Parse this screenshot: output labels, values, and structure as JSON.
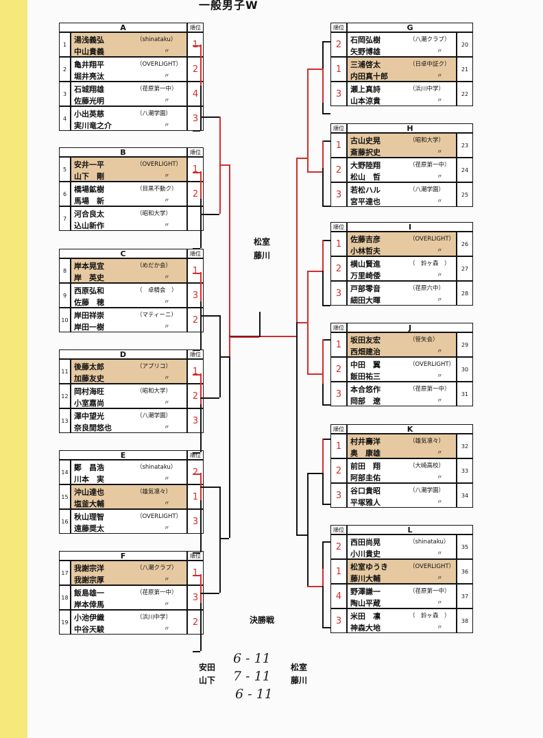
{
  "title": "一般男子W",
  "rank_header": "順位",
  "left_blocks": [
    {
      "label": "A",
      "pairs": [
        {
          "no": "1",
          "p1": "湯浅義弘",
          "p2": "中山貴義",
          "t1": "（shinataku）",
          "t2": "〃",
          "rank": "1",
          "win": true
        },
        {
          "no": "2",
          "p1": "亀井翔平",
          "p2": "堀井亮汰",
          "t1": "（OVERLIGHT）",
          "t2": "〃",
          "rank": "2",
          "win": false
        },
        {
          "no": "3",
          "p1": "石城翔雄",
          "p2": "佐藤光明",
          "t1": "（荏原第一中）",
          "t2": "〃",
          "rank": "4",
          "win": false
        },
        {
          "no": "4",
          "p1": "小出英慈",
          "p2": "実川竜之介",
          "t1": "（八潮学園）",
          "t2": "〃",
          "rank": "3",
          "win": false
        }
      ]
    },
    {
      "label": "B",
      "pairs": [
        {
          "no": "5",
          "p1": "安井一平",
          "p2": "山下　剛",
          "t1": "（OVERLIGHT）",
          "t2": "〃",
          "rank": "1",
          "win": true
        },
        {
          "no": "6",
          "p1": "橋場鉱樹",
          "p2": "馬場　新",
          "t1": "（目黒不動ク）",
          "t2": "〃",
          "rank": "2",
          "win": false
        },
        {
          "no": "7",
          "p1": "河合良太",
          "p2": "込山新作",
          "t1": "（昭和大学）",
          "t2": "〃",
          "rank": "",
          "win": false
        }
      ]
    },
    {
      "label": "C",
      "pairs": [
        {
          "no": "8",
          "p1": "岸本晃宜",
          "p2": "岸　英史",
          "t1": "（めだか会）",
          "t2": "〃",
          "rank": "1",
          "win": true
        },
        {
          "no": "9",
          "p1": "西原弘和",
          "p2": "佐藤　穂",
          "t1": "（　卓精会　）",
          "t2": "〃",
          "rank": "3",
          "win": false
        },
        {
          "no": "10",
          "p1": "岸田祥崇",
          "p2": "岸田一樹",
          "t1": "（マティーニ）",
          "t2": "〃",
          "rank": "2",
          "win": false
        }
      ]
    },
    {
      "label": "D",
      "pairs": [
        {
          "no": "11",
          "p1": "後藤太郎",
          "p2": "加藤友史",
          "t1": "（アプリコ）",
          "t2": "〃",
          "rank": "1",
          "win": true
        },
        {
          "no": "12",
          "p1": "岡村海旺",
          "p2": "小室嘉尚",
          "t1": "（昭和大学）",
          "t2": "〃",
          "rank": "2",
          "win": false
        },
        {
          "no": "13",
          "p1": "澤中望光",
          "p2": "奈良間悠也",
          "t1": "（八潮学園）",
          "t2": "〃",
          "rank": "3",
          "win": false
        }
      ]
    },
    {
      "label": "E",
      "pairs": [
        {
          "no": "14",
          "p1": "鄭　昌浩",
          "p2": "川本　実",
          "t1": "（shinataku）",
          "t2": "〃",
          "rank": "2",
          "win": false
        },
        {
          "no": "15",
          "p1": "沖山達也",
          "p2": "塩釜大輔",
          "t1": "（雄気凛々）",
          "t2": "〃",
          "rank": "1",
          "win": true
        },
        {
          "no": "16",
          "p1": "秋山理智",
          "p2": "遠藤奨太",
          "t1": "（OVERLIGHT）",
          "t2": "〃",
          "rank": "3",
          "win": false
        }
      ]
    },
    {
      "label": "F",
      "pairs": [
        {
          "no": "17",
          "p1": "我謝宗洋",
          "p2": "我謝宗厚",
          "t1": "（八潮クラブ）",
          "t2": "〃",
          "rank": "1",
          "win": true
        },
        {
          "no": "18",
          "p1": "飯島雄一",
          "p2": "岸本倖馬",
          "t1": "（荏原第一中）",
          "t2": "〃",
          "rank": "3",
          "win": false
        },
        {
          "no": "19",
          "p1": "小池伊織",
          "p2": "中谷天駿",
          "t1": "（浜川中学）",
          "t2": "〃",
          "rank": "2",
          "win": false
        }
      ]
    }
  ],
  "right_blocks": [
    {
      "label": "G",
      "pairs": [
        {
          "no": "20",
          "p1": "石岡弘樹",
          "p2": "矢野博雄",
          "t1": "（八潮クラブ）",
          "t2": "〃",
          "rank": "2",
          "win": false
        },
        {
          "no": "21",
          "p1": "三浦啓太",
          "p2": "内田真十郎",
          "t1": "（日卓中証ク）",
          "t2": "〃",
          "rank": "1",
          "win": true
        },
        {
          "no": "22",
          "p1": "瀬上真詩",
          "p2": "山本涼貴",
          "t1": "（浜川中学）",
          "t2": "〃",
          "rank": "3",
          "win": false
        }
      ]
    },
    {
      "label": "H",
      "pairs": [
        {
          "no": "23",
          "p1": "古山史晃",
          "p2": "斎藤択史",
          "t1": "（昭和大学）",
          "t2": "〃",
          "rank": "1",
          "win": true
        },
        {
          "no": "24",
          "p1": "大野陸翔",
          "p2": "松山　哲",
          "t1": "（荏原第一中）",
          "t2": "〃",
          "rank": "2",
          "win": false
        },
        {
          "no": "25",
          "p1": "若松ハル",
          "p2": "宮平達也",
          "t1": "（八潮学園）",
          "t2": "〃",
          "rank": "3",
          "win": false
        }
      ]
    },
    {
      "label": "I",
      "pairs": [
        {
          "no": "26",
          "p1": "佐藤吉彦",
          "p2": "小林哲夫",
          "t1": "（OVERLIGHT）",
          "t2": "〃",
          "rank": "1",
          "win": true
        },
        {
          "no": "27",
          "p1": "横山賢進",
          "p2": "万里崎倭",
          "t1": "（　鈴ヶ森　）",
          "t2": "〃",
          "rank": "2",
          "win": false
        },
        {
          "no": "28",
          "p1": "戸部零音",
          "p2": "細田大暉",
          "t1": "（荏原六中）",
          "t2": "〃",
          "rank": "3",
          "win": false
        }
      ]
    },
    {
      "label": "J",
      "pairs": [
        {
          "no": "29",
          "p1": "坂田友宏",
          "p2": "西畑建治",
          "t1": "（笹矢会）",
          "t2": "〃",
          "rank": "1",
          "win": true
        },
        {
          "no": "30",
          "p1": "中田　翼",
          "p2": "飯田祐三",
          "t1": "（OVERLIGHT）",
          "t2": "〃",
          "rank": "2",
          "win": false
        },
        {
          "no": "31",
          "p1": "本合悠作",
          "p2": "岡部　遼",
          "t1": "（荏原第一中）",
          "t2": "〃",
          "rank": "3",
          "win": false
        }
      ]
    },
    {
      "label": "K",
      "pairs": [
        {
          "no": "32",
          "p1": "村井壽洋",
          "p2": "奥　康雄",
          "t1": "（雄気凛々）",
          "t2": "〃",
          "rank": "1",
          "win": true
        },
        {
          "no": "33",
          "p1": "前田　翔",
          "p2": "阿部圭佑",
          "t1": "（大崎高校）",
          "t2": "〃",
          "rank": "2",
          "win": false
        },
        {
          "no": "34",
          "p1": "谷口貴昭",
          "p2": "平塚雅人",
          "t1": "（八潮学園）",
          "t2": "〃",
          "rank": "3",
          "win": false
        }
      ]
    },
    {
      "label": "L",
      "pairs": [
        {
          "no": "35",
          "p1": "西田尚晃",
          "p2": "小川貴史",
          "t1": "（shinataku）",
          "t2": "〃",
          "rank": "2",
          "win": false
        },
        {
          "no": "36",
          "p1": "松室ゆうき",
          "p2": "藤川大輔",
          "t1": "（OVERLIGHT）",
          "t2": "〃",
          "rank": "1",
          "win": true
        },
        {
          "no": "37",
          "p1": "野澤謙一",
          "p2": "陶山平蔵",
          "t1": "（荏原第一中）",
          "t2": "〃",
          "rank": "4",
          "win": false
        },
        {
          "no": "38",
          "p1": "米田　凛",
          "p2": "神森大地",
          "t1": "（　鈴ヶ森　）",
          "t2": "〃",
          "rank": "3",
          "win": false
        }
      ]
    }
  ],
  "champion": {
    "line1": "松室",
    "line2": "藤川"
  },
  "final": {
    "label": "決勝戦",
    "left_line1": "安田",
    "left_line2": "山下",
    "right_line1": "松室",
    "right_line2": "藤川",
    "scores": [
      "6 - 11",
      "7 - 11",
      "6 - 11"
    ]
  }
}
